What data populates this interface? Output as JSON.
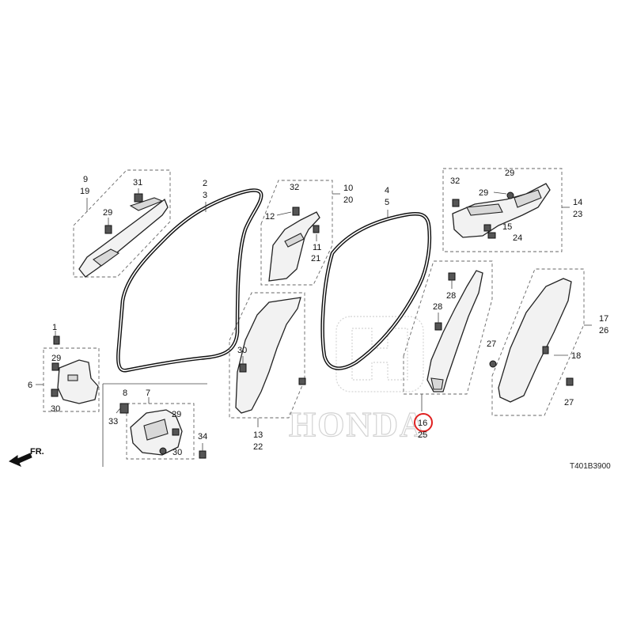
{
  "diagram_code": "T401B3900",
  "front_indicator": "FR.",
  "watermark_text": "HONDA",
  "highlighted_callout": "16",
  "colors": {
    "highlight": "#e02020",
    "line": "#222222",
    "watermark": "#cfcfcf"
  },
  "callouts": {
    "c1": "1",
    "c2": "2",
    "c3": "3",
    "c4": "4",
    "c5": "5",
    "c6": "6",
    "c7": "7",
    "c8": "8",
    "c9": "9",
    "c10": "10",
    "c11": "11",
    "c12": "12",
    "c13": "13",
    "c14": "14",
    "c15": "15",
    "c16": "16",
    "c17": "17",
    "c18": "18",
    "c19": "19",
    "c20": "20",
    "c21": "21",
    "c22": "22",
    "c23": "23",
    "c24": "24",
    "c25": "25",
    "c26": "26",
    "c27": "27",
    "c28": "28",
    "c29": "29",
    "c30": "30",
    "c31": "31",
    "c32": "32",
    "c33": "33",
    "c34": "34"
  }
}
